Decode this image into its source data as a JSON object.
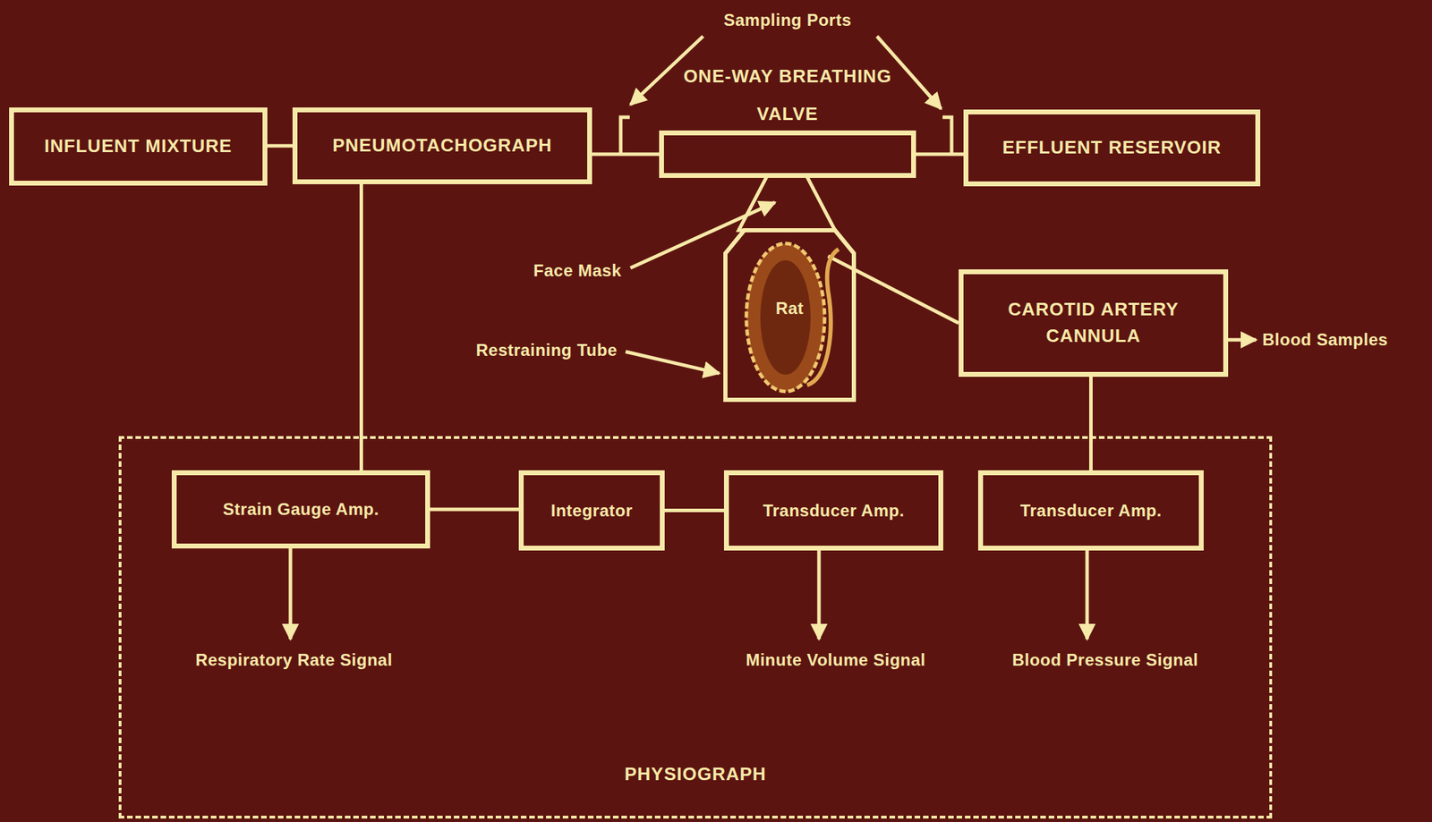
{
  "diagram": {
    "nodes": [
      {
        "text": [
          "INFLUENT MIXTURE"
        ]
      },
      {
        "text": [
          "PNEUMOTACHOGRAPH"
        ]
      },
      {
        "text": [
          "ONE-WAY BREATHING VALVE"
        ]
      },
      {
        "text": [
          "EFFLUENT RESERVOIR"
        ]
      },
      {
        "text": [
          "Rat"
        ]
      },
      {
        "text": [
          "CAROTID ARTERY CANNULA"
        ]
      },
      {
        "text": [
          "PHYSIOGRAPH"
        ]
      },
      {
        "text": [
          "Strain Gauge Amp."
        ],
        "in": 6
      },
      {
        "text": [
          "Integrator"
        ],
        "in": 6
      },
      {
        "text": [
          "Transducer Amp."
        ],
        "in": 6
      },
      {
        "text": [
          "Transducer Amp."
        ],
        "in": 6
      }
    ],
    "edges": [
      {
        "from": 0,
        "to": 1,
        "arrow": "none"
      },
      {
        "from": 1,
        "to": 2,
        "arrow": "none"
      },
      {
        "from": 2,
        "to": 3,
        "arrow": "none"
      },
      {
        "from": 4,
        "to": 5,
        "arrow": "none"
      },
      {
        "from": 1,
        "to": 7,
        "arrow": "none"
      },
      {
        "from": 7,
        "to": 8,
        "arrow": "none"
      },
      {
        "from": 8,
        "to": 9,
        "arrow": "none"
      },
      {
        "from": 5,
        "to": 10,
        "arrow": "none"
      }
    ],
    "labels": [
      "Sampling Ports",
      "Face Mask",
      "Restraining Tube",
      "Blood Samples",
      "Respiratory Rate Signal",
      "Minute Volume Signal",
      "Blood Pressure Signal"
    ]
  }
}
